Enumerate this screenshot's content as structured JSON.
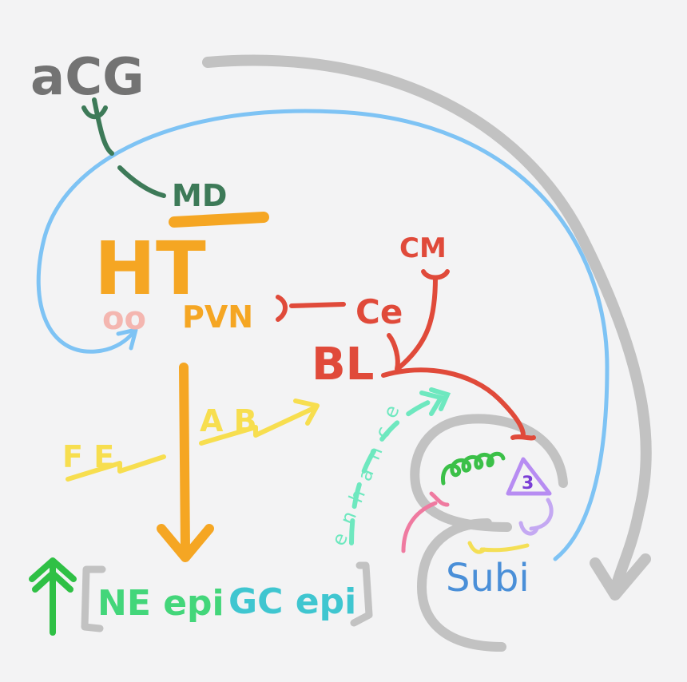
{
  "labels": {
    "acg": "aCG",
    "md": "MD",
    "ht": "HT",
    "oo": "oo",
    "pvn": "PVN",
    "cm": "CM",
    "ce": "Ce",
    "bl": "BL",
    "fe": "F E",
    "ab": "A B",
    "enhance": "enhance",
    "ne_epi": "NE epi",
    "gc_epi": "GC epi",
    "subi": "Subi",
    "triangle_num": "3",
    "arrow_up": "⇑"
  },
  "colors": {
    "background": "#f3f3f4",
    "acg": "#737373",
    "md": "#3d7a58",
    "ht": "#f5a623",
    "oo": "#f4b6b0",
    "ce_bl": "#e04a3a",
    "fe_ab": "#f7de4f",
    "enhance": "#6ee8bf",
    "ne_epi": "#43d67a",
    "gc_epi": "#3fc6d0",
    "subi": "#4a8fd8",
    "blue_loop": "#7ec3f4",
    "gray_arc": "#c2c2c2",
    "green_coil": "#3bc048",
    "triangle": "#b78cf2",
    "pink": "#ef7aa0",
    "yellow_link": "#f4df55",
    "lavender": "#c4a8f2",
    "up_arrow": "#2fc045"
  }
}
